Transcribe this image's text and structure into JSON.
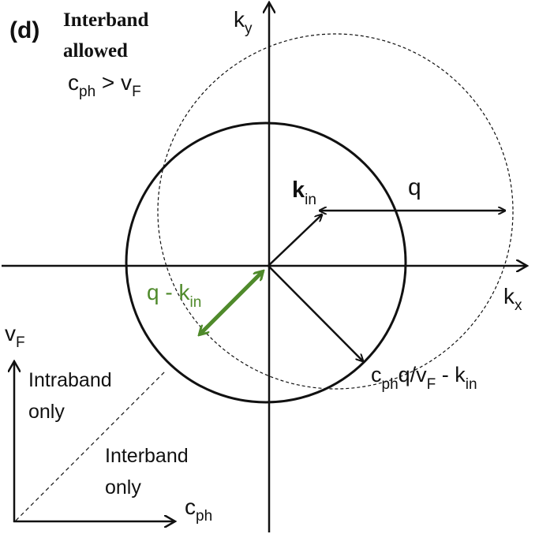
{
  "panel": {
    "letter": "(d)",
    "title_line1": "Interband",
    "title_line2": "allowed",
    "condition_c": "c",
    "condition_ph": "ph",
    "condition_op": " > v",
    "condition_F": "F"
  },
  "axes": {
    "ky_main": "k",
    "ky_sub": "y",
    "kx_main": "k",
    "kx_sub": "x"
  },
  "vectors": {
    "kin_main": "k",
    "kin_sub": "in",
    "q": "q",
    "q_minus_kin_main": "q - k",
    "q_minus_kin_sub": "in",
    "cph_c": "c",
    "cph_ph": "ph",
    "cph_rest": "q/v",
    "cph_F": "F",
    "cph_minus": " - k",
    "cph_in": "in"
  },
  "inset": {
    "vF_main": "v",
    "vF_sub": "F",
    "cph_main": "c",
    "cph_sub": "ph",
    "intraband_line1": "Intraband",
    "intraband_line2": "only",
    "interband_line1": "Interband",
    "interband_line2": "only"
  },
  "colors": {
    "ink": "#111111",
    "green": "#4f8a2b"
  }
}
